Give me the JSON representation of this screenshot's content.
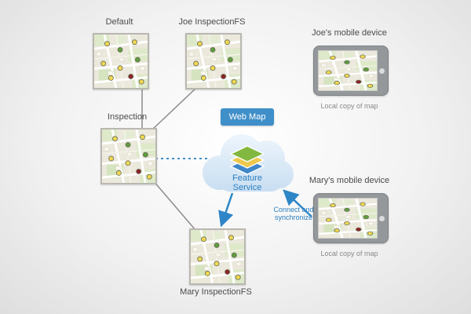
{
  "labels": {
    "default_version": "Default",
    "joe_version": "Joe InspectionFS",
    "inspection_version": "Inspection",
    "mary_version": "Mary InspectionFS",
    "web_map_badge": "Web Map",
    "feature_service": "Feature Service",
    "connect_sync": "Connect and\nsynchronize"
  },
  "devices": {
    "joe": {
      "title": "Joe's mobile device",
      "caption": "Local copy of map"
    },
    "mary": {
      "title": "Mary's mobile device",
      "caption": "Local copy of map"
    }
  },
  "icons": {
    "cloud": "cloud-icon",
    "layers": "layers-stack-icon",
    "tablet": "tablet-device-icon",
    "map": "map-thumbnail-icon"
  },
  "colors": {
    "accent_blue": "#2e86c7",
    "badge_blue": "#3f8fc9",
    "connector_gray": "#8c8c8c",
    "marker_yellow": "#f0d94f",
    "marker_green": "#5d9e3c",
    "marker_red": "#8e2323",
    "cloud_fill_top": "#f2f8fd",
    "cloud_fill_bottom": "#c2daf0"
  }
}
